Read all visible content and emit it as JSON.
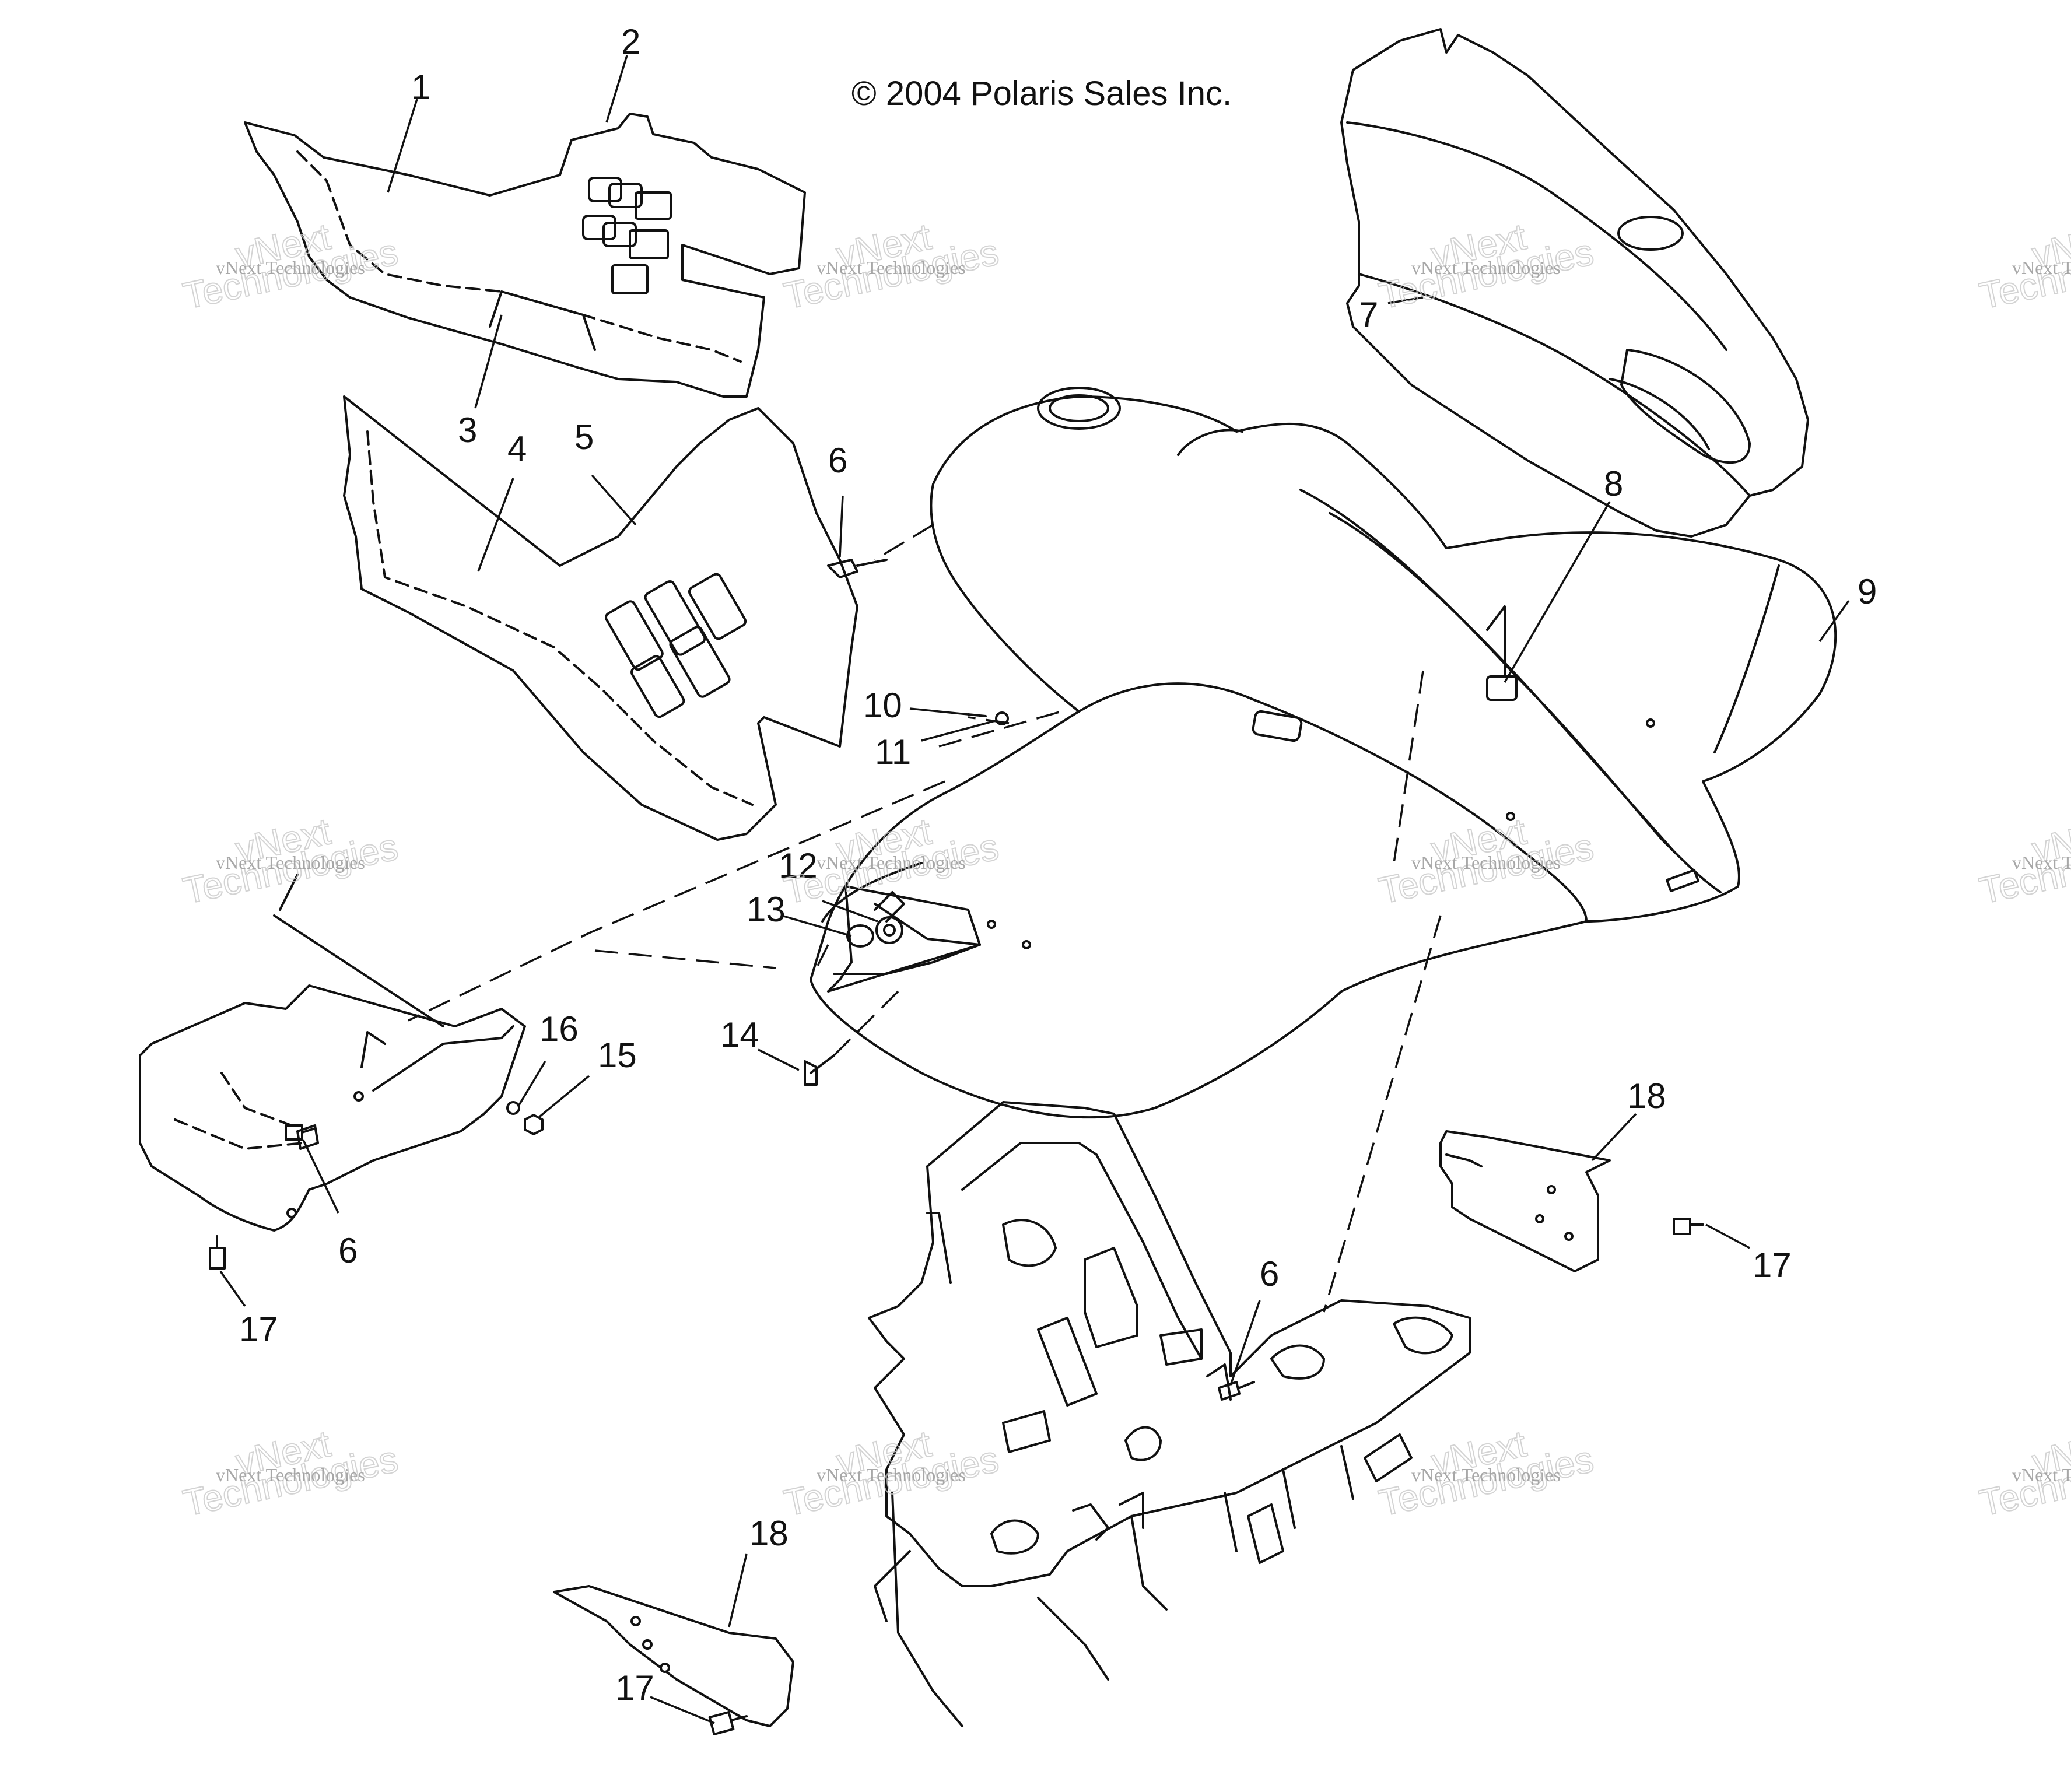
{
  "copyright": "© 2004 Polaris Sales Inc.",
  "callouts": {
    "c1": "1",
    "c2": "2",
    "c3": "3",
    "c4": "4",
    "c5": "5",
    "c6a": "6",
    "c6b": "6",
    "c6c": "6",
    "c7": "7",
    "c8": "8",
    "c9": "9",
    "c10": "10",
    "c11": "11",
    "c12": "12",
    "c13": "13",
    "c14": "14",
    "c15": "15",
    "c16": "16",
    "c17a": "17",
    "c17b": "17",
    "c17c": "17",
    "c18a": "18",
    "c18b": "18"
  },
  "watermark": {
    "small": "vNext Technologies",
    "big_top": "vNext",
    "big_bottom": "Technologies"
  }
}
